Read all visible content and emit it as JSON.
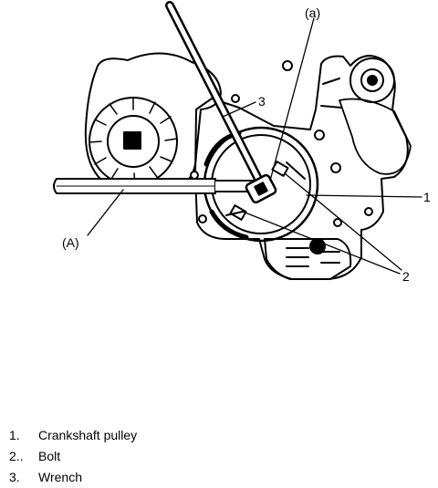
{
  "callouts": {
    "a": "(a)",
    "A": "(A)",
    "n1": "1",
    "n2": "2",
    "n3": "3"
  },
  "legend": [
    {
      "num": "1.",
      "label": "Crankshaft pulley"
    },
    {
      "num": "2..",
      "label": "Bolt"
    },
    {
      "num": "3.",
      "label": "Wrench"
    }
  ]
}
